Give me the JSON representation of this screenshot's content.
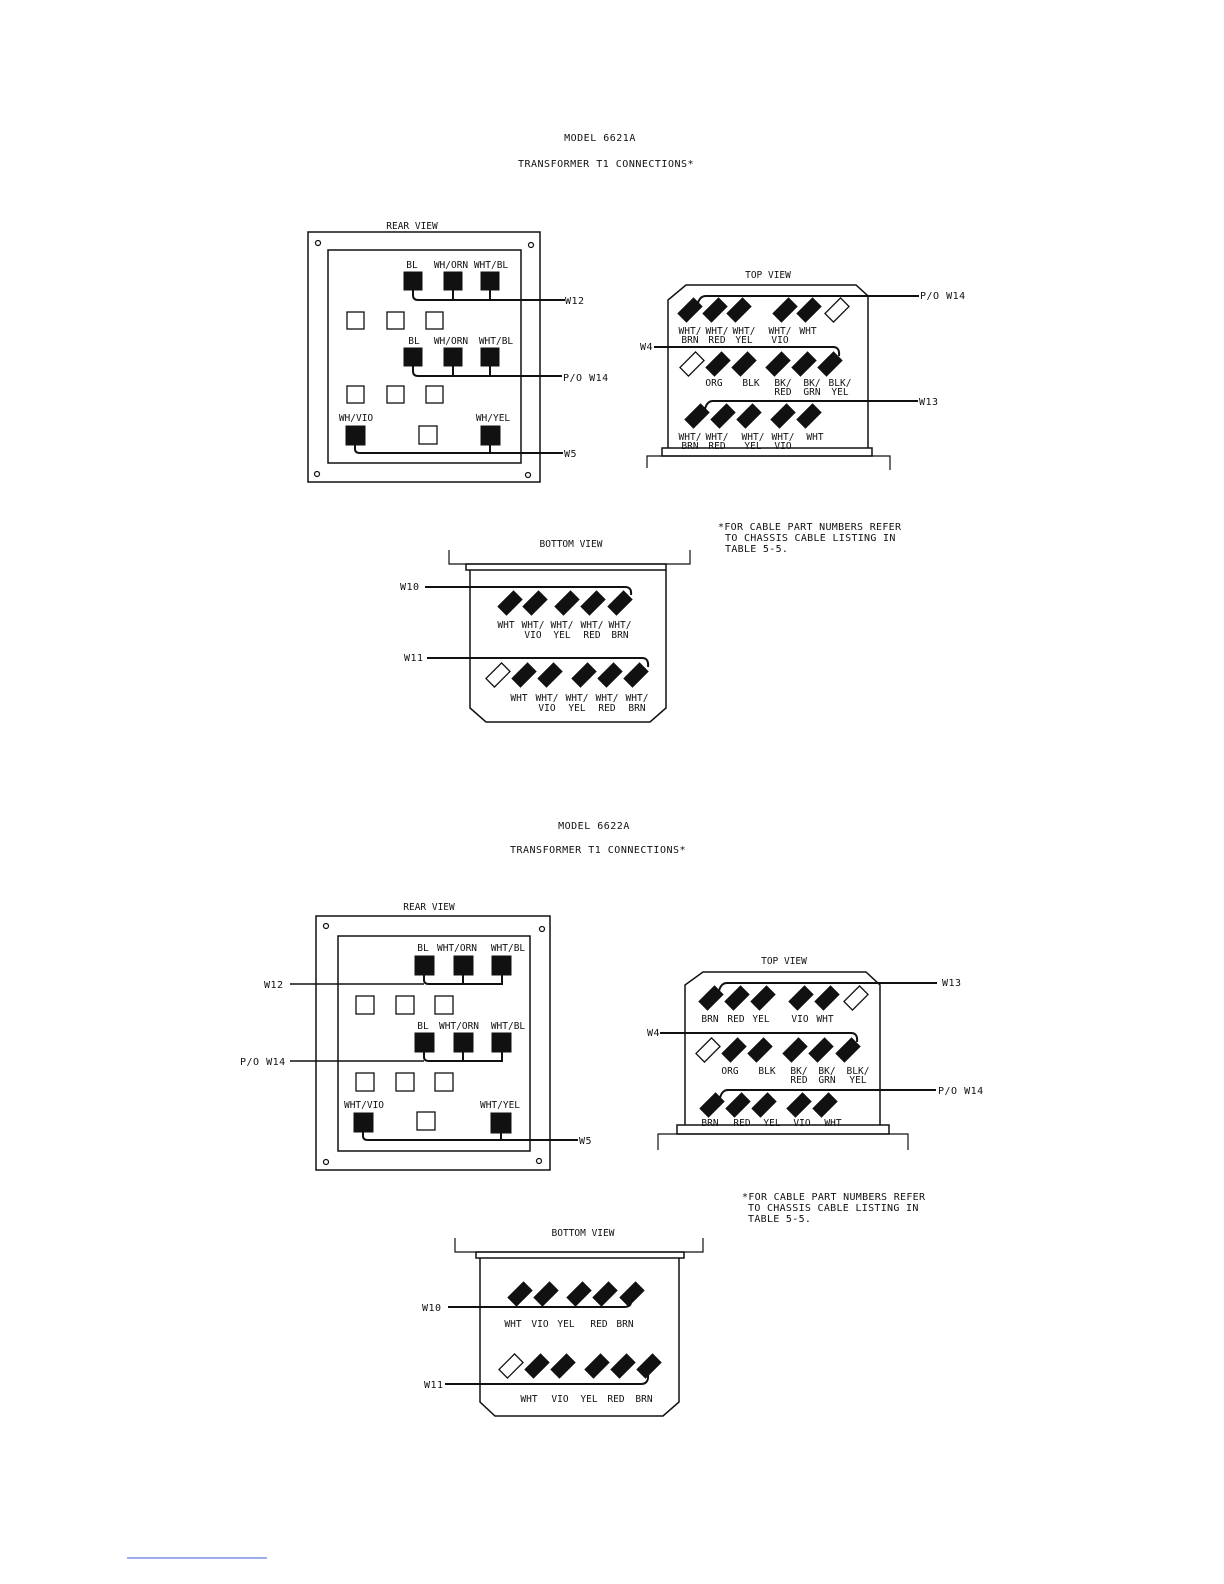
{
  "models": [
    {
      "title": "MODEL 6621A",
      "subtitle": "TRANSFORMER T1 CONNECTIONS*",
      "rear_view": {
        "label": "REAR VIEW",
        "row1_labels": [
          "BL",
          "WH/ORN",
          "WHT/BL"
        ],
        "row1_cable": "W12",
        "row2_labels": [
          "BL",
          "WH/ORN",
          "WHT/BL"
        ],
        "row2_cable": "P/O W14",
        "row3_labels": [
          "WH/VIO",
          "WH/YEL"
        ],
        "row3_cable": "W5"
      },
      "top_view": {
        "label": "TOP VIEW",
        "cables": [
          "P/O W14",
          "W4",
          "W13"
        ],
        "row1_labels": [
          "WHT/",
          "WHT/",
          "WHT/",
          "WHT/",
          "WHT"
        ],
        "row1_labels2": [
          "BRN",
          "RED",
          "YEL",
          "VIO"
        ],
        "row2_labels": [
          "ORG",
          "BLK",
          "BK/",
          "BK/",
          "BLK/"
        ],
        "row2_labels2": [
          "RED",
          "GRN",
          "YEL"
        ],
        "row3_labels": [
          "WHT/",
          "WHT/",
          "WHT/",
          "WHT/",
          "WHT"
        ],
        "row3_labels2": [
          "BRN",
          "RED",
          "YEL",
          "VIO"
        ]
      },
      "bottom_view": {
        "label": "BOTTOM VIEW",
        "cables": [
          "W10",
          "W11"
        ],
        "row1_labels": [
          "WHT",
          "WHT/",
          "WHT/",
          "WHT/",
          "WHT/"
        ],
        "row1_labels2": [
          "VIO",
          "YEL",
          "RED",
          "BRN"
        ],
        "row2_labels": [
          "WHT",
          "WHT/",
          "WHT/",
          "WHT/",
          "WHT/"
        ],
        "row2_labels2": [
          "VIO",
          "YEL",
          "RED",
          "BRN"
        ]
      },
      "note": [
        "*FOR CABLE PART NUMBERS REFER",
        "TO CHASSIS CABLE LISTING IN",
        "TABLE 5-5."
      ]
    },
    {
      "title": "MODEL 6622A",
      "subtitle": "TRANSFORMER T1 CONNECTIONS*",
      "rear_view": {
        "label": "REAR VIEW",
        "row1_labels": [
          "BL",
          "WHT/ORN",
          "WHT/BL"
        ],
        "row1_cable": "W12",
        "row2_labels": [
          "BL",
          "WHT/ORN",
          "WHT/BL"
        ],
        "row2_cable": "P/O W14",
        "row3_labels": [
          "WHT/VIO",
          "WHT/YEL"
        ],
        "row3_cable": "W5"
      },
      "top_view": {
        "label": "TOP VIEW",
        "cables": [
          "W13",
          "W4",
          "P/O W14"
        ],
        "row1_labels": [
          "BRN",
          "RED",
          "YEL",
          "VIO",
          "WHT"
        ],
        "row2_labels": [
          "ORG",
          "BLK",
          "BK/",
          "BK/",
          "BLK/"
        ],
        "row2_labels2": [
          "RED",
          "GRN",
          "YEL"
        ],
        "row3_labels": [
          "BRN",
          "RED",
          "YEL",
          "VIO",
          "WHT"
        ]
      },
      "bottom_view": {
        "label": "BOTTOM VIEW",
        "cables": [
          "W10",
          "W11"
        ],
        "row1_labels": [
          "WHT",
          "VIO",
          "YEL",
          "RED",
          "BRN"
        ],
        "row2_labels": [
          "WHT",
          "VIO",
          "YEL",
          "RED",
          "BRN"
        ]
      },
      "note": [
        "*FOR CABLE PART NUMBERS REFER",
        "TO CHASSIS CABLE LISTING IN",
        "TABLE 5-5."
      ]
    }
  ]
}
